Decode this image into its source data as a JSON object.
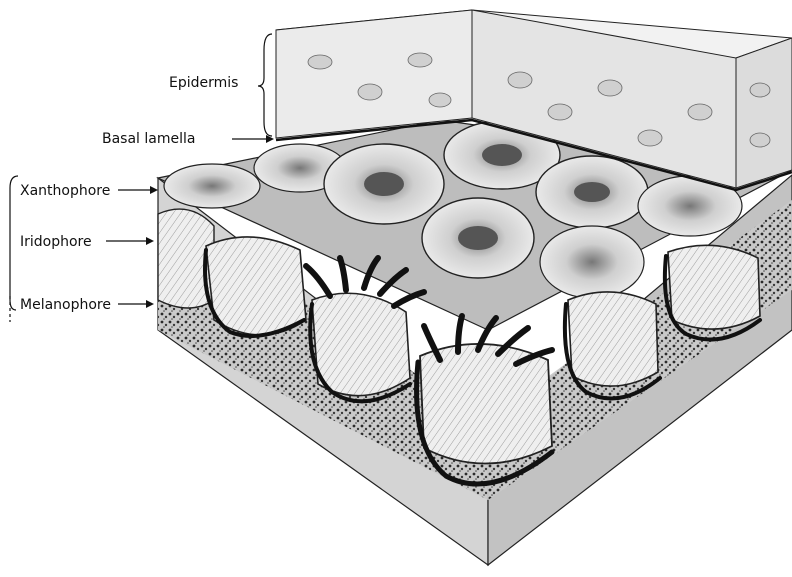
{
  "figure": {
    "labels": {
      "epidermis": "Epidermis",
      "basal_lamella": "Basal lamella",
      "xanthophore": "Xanthophore",
      "iridophore": "Iridophore",
      "melanophore": "Melanophore"
    },
    "colors": {
      "ink": "#1a1a1a",
      "paper": "#ffffff",
      "epidermis_fill": "#ececec",
      "dermis_fill": "#b9b9b9",
      "cell_fill": "#e2e2e2",
      "melanophore_fill": "#111111"
    }
  }
}
